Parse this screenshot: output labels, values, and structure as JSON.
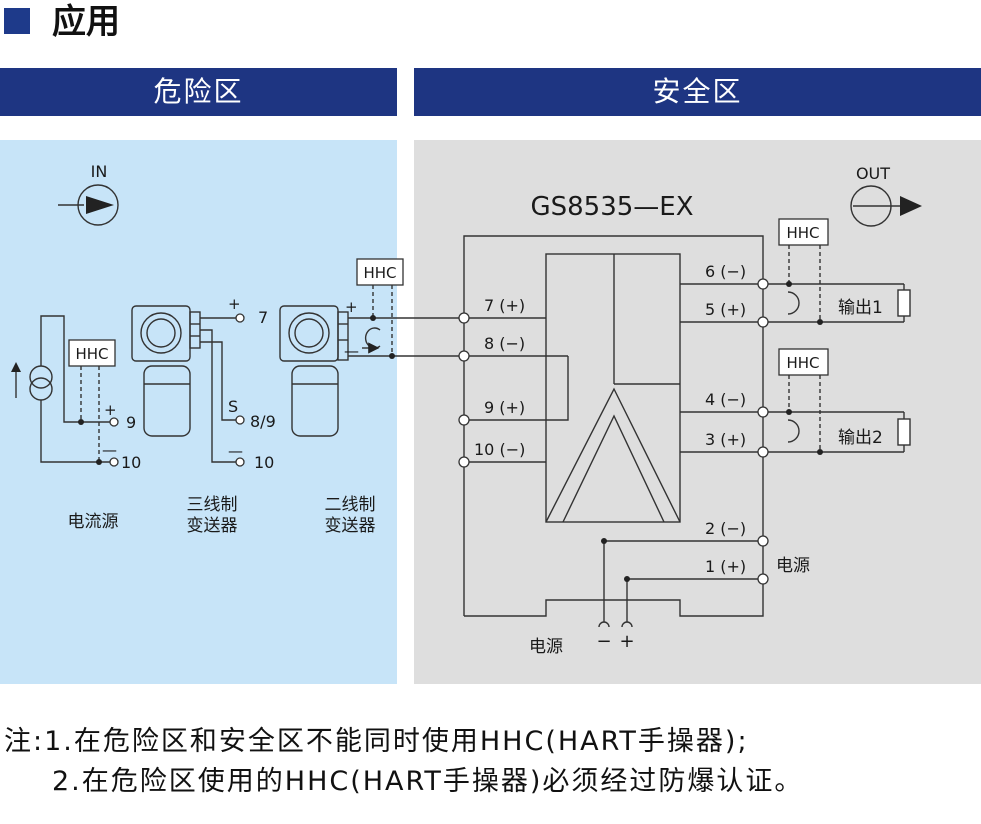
{
  "page_title": "应用",
  "zones": {
    "hazardous": "危险区",
    "safe": "安全区"
  },
  "in_label": "IN",
  "out_label": "OUT",
  "device_model": "GS8535—EX",
  "hhc": "HHC",
  "left": {
    "term_9": "9",
    "term_10": "10",
    "tx3_term_7": "7",
    "tx3_term_s": "8/9",
    "tx3_term_10": "10",
    "s_label": "S",
    "plus": "+",
    "minus": "—",
    "current_source": "电流源",
    "tx3_line1": "三线制",
    "tx3_line2": "变送器",
    "tx2_line1": "二线制",
    "tx2_line2": "变送器"
  },
  "terminals": {
    "t7": "7 (+)",
    "t8": "8 (−)",
    "t9": "9 (+)",
    "t10": "10 (−)",
    "t6": "6 (−)",
    "t5": "5 (+)",
    "t4": "4 (−)",
    "t3": "3 (+)",
    "t2": "2 (−)",
    "t1": "1 (+)"
  },
  "outputs": {
    "out1": "输出1",
    "out2": "输出2"
  },
  "power": {
    "label_right": "电源",
    "label_bottom": "电源",
    "minus": "−",
    "plus": "+"
  },
  "notes": {
    "line1": "注:1.在危险区和安全区不能同时使用HHC(HART手操器);",
    "line2": "2.在危险区使用的HHC(HART手操器)必须经过防爆认证。"
  }
}
